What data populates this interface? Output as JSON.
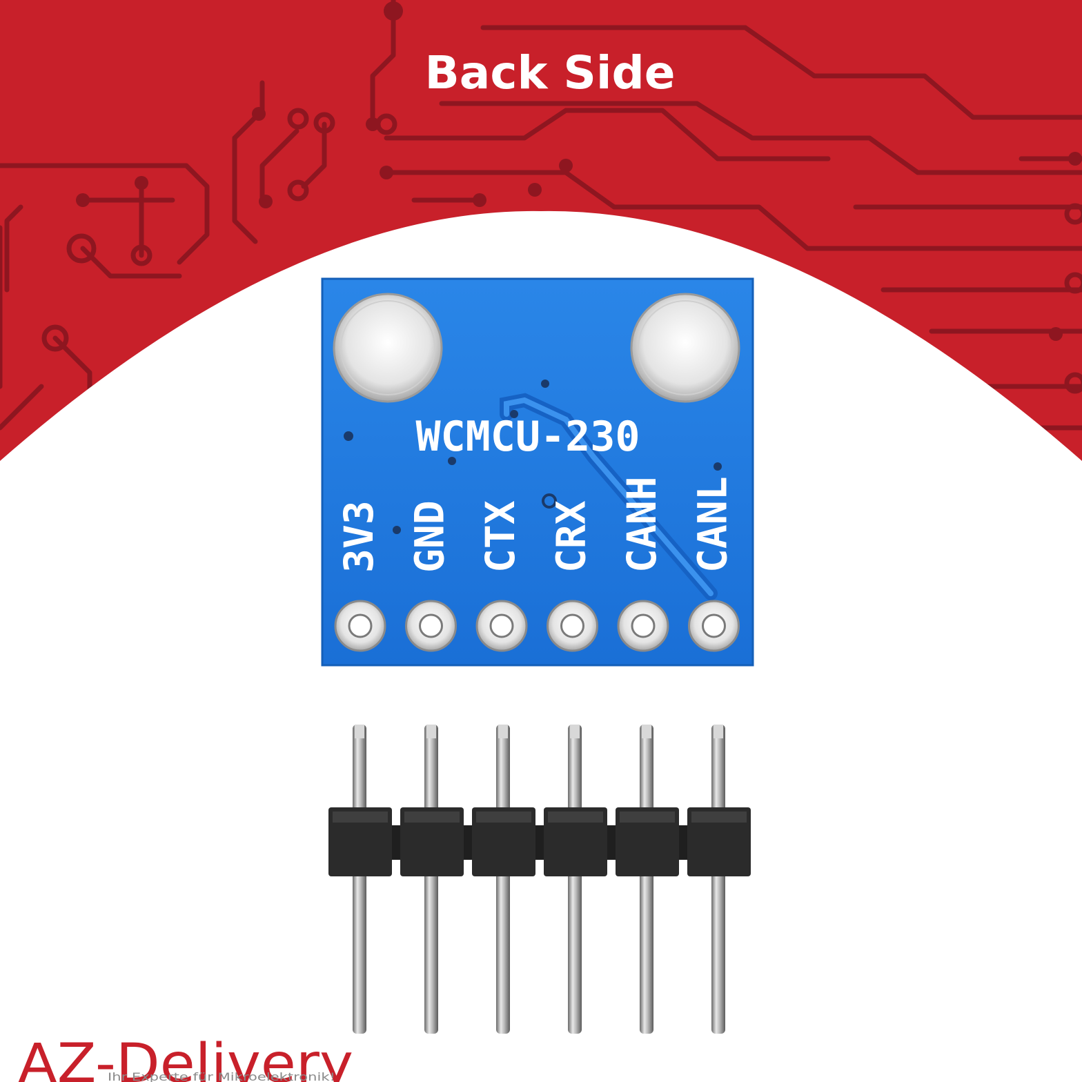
{
  "header": {
    "title": "Back Side"
  },
  "board": {
    "model": "WCMCU-230",
    "pins": [
      "3V3",
      "GND",
      "CTX",
      "CRX",
      "CANH",
      "CANL"
    ],
    "color": "#1e7ae0"
  },
  "header_pins": {
    "count": 6
  },
  "brand": {
    "name": "AZ-Delivery",
    "tagline": "Ihr Experte für Mikroelektronik!",
    "color": "#c8202a"
  },
  "colors": {
    "background": "#c8202a",
    "trace": "#8e1620",
    "panel": "#ffffff"
  }
}
